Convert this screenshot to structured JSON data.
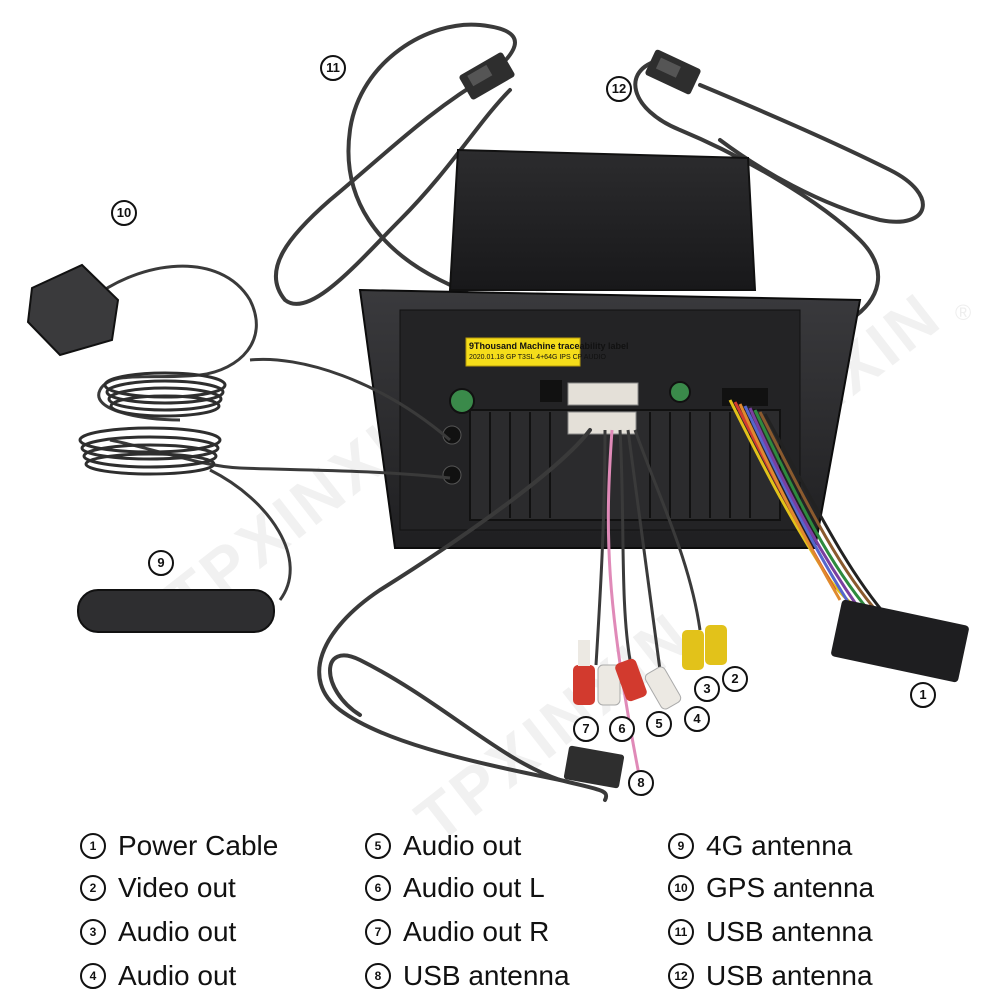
{
  "watermark": {
    "brand": "TPXINXIN",
    "reg_mark": "®"
  },
  "device_label": {
    "title": "9Thousand Machine traceability label",
    "line": "2020.01.18 GP T3SL 4+64G IPS CP AUDIO"
  },
  "callouts": {
    "c1": "1",
    "c2": "2",
    "c3": "3",
    "c4": "4",
    "c5": "5",
    "c6": "6",
    "c7": "7",
    "c8": "8",
    "c9": "9",
    "c10": "10",
    "c11": "11",
    "c12": "12"
  },
  "legend": {
    "item1": {
      "num": "1",
      "label": "Power Cable"
    },
    "item2": {
      "num": "2",
      "label": "Video out"
    },
    "item3": {
      "num": "3",
      "label": "Audio out"
    },
    "item4": {
      "num": "4",
      "label": "Audio out"
    },
    "item5": {
      "num": "5",
      "label": "Audio out"
    },
    "item6": {
      "num": "6",
      "label": "Audio out L"
    },
    "item7": {
      "num": "7",
      "label": "Audio out R"
    },
    "item8": {
      "num": "8",
      "label": "USB antenna"
    },
    "item9": {
      "num": "9",
      "label": "4G antenna"
    },
    "item10": {
      "num": "10",
      "label": "GPS antenna"
    },
    "item11": {
      "num": "11",
      "label": "USB antenna"
    },
    "item12": {
      "num": "12",
      "label": "USB antenna"
    }
  },
  "colors": {
    "unit_body": "#2a2a2c",
    "cable": "#3a3a3a",
    "rca_red": "#d23a2e",
    "rca_white": "#ece9e3",
    "rca_yellow": "#e2c21a",
    "label_yellow": "#f5dd1a",
    "pink_wire": "#e08ab8"
  }
}
